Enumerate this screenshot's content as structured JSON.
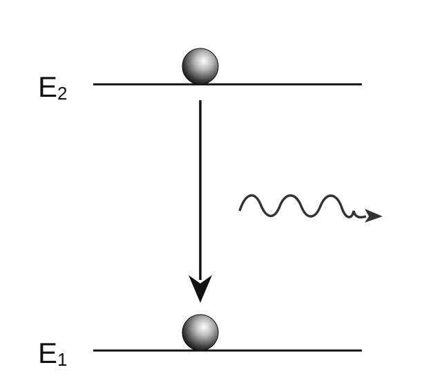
{
  "diagram": {
    "levels": [
      {
        "symbol": "E",
        "subscript": "2"
      },
      {
        "symbol": "E",
        "subscript": "1"
      }
    ],
    "colors": {
      "line": "#111111",
      "wave": "#333333",
      "ball_dark": "#1a1a1a",
      "ball_light": "#ffffff"
    }
  }
}
